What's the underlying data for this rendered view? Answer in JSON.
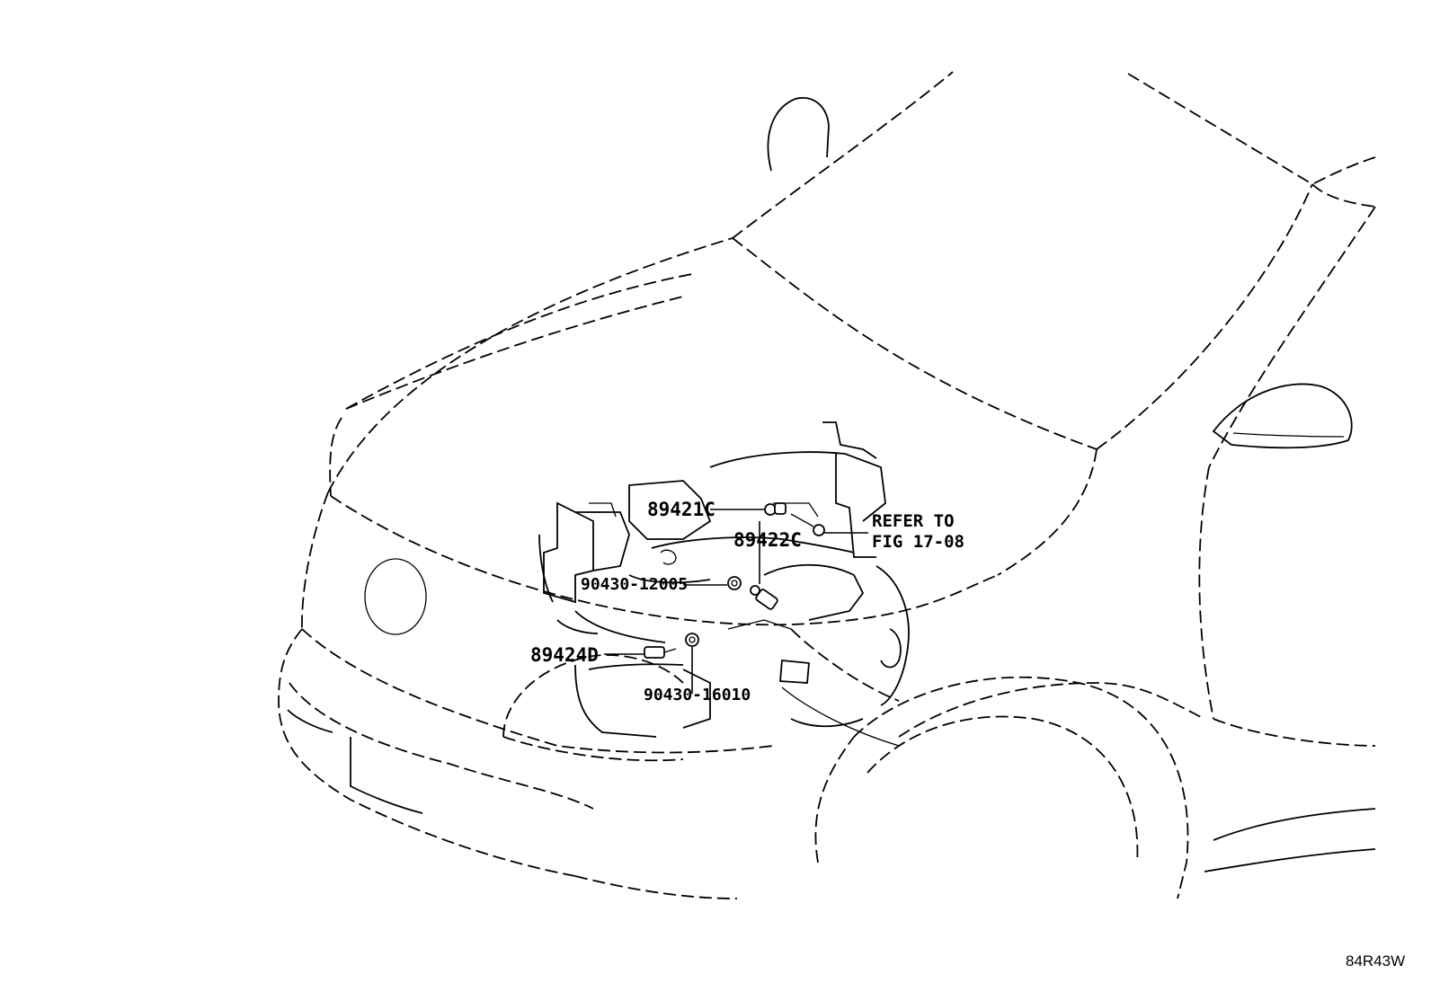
{
  "diagram": {
    "callouts": [
      {
        "id": "89421C",
        "label": "89421C"
      },
      {
        "id": "89422C",
        "label": "89422C"
      },
      {
        "id": "90430-12005",
        "label": "90430-12005"
      },
      {
        "id": "89424D",
        "label": "89424D"
      },
      {
        "id": "90430-16010",
        "label": "90430-16010"
      }
    ],
    "reference": {
      "line1": "REFER TO",
      "line2": "FIG 17-08"
    },
    "drawing_code": "84R43W"
  }
}
